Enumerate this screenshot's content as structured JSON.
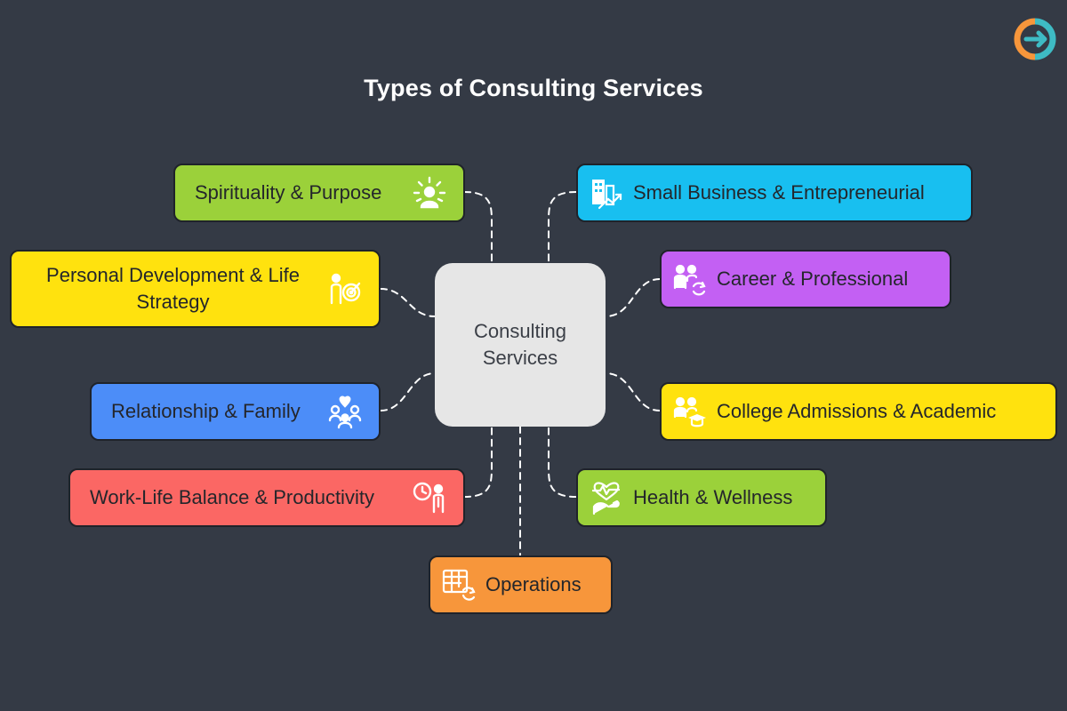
{
  "title": "Types of Consulting Services",
  "hub": {
    "label": "Consulting Services"
  },
  "nodes": [
    {
      "label": "Spirituality & Purpose",
      "color": "#9bd13a",
      "icon": "sun-person-icon"
    },
    {
      "label": "Personal Development & Life Strategy",
      "color": "#ffe20e",
      "icon": "person-target-icon"
    },
    {
      "label": "Relationship & Family",
      "color": "#4c8df8",
      "icon": "family-heart-icon"
    },
    {
      "label": "Work-Life Balance & Productivity",
      "color": "#fb6764",
      "icon": "clock-person-icon"
    },
    {
      "label": "Operations",
      "color": "#f7963b",
      "icon": "spreadsheet-cycle-icon"
    },
    {
      "label": "Small Business & Entrepreneurial",
      "color": "#18bff0",
      "icon": "building-growth-icon"
    },
    {
      "label": "Career & Professional",
      "color": "#c360f3",
      "icon": "people-cycle-icon"
    },
    {
      "label": "College Admissions & Academic",
      "color": "#ffe20e",
      "icon": "graduates-icon"
    },
    {
      "label": "Health & Wellness",
      "color": "#9bd13a",
      "icon": "heartbeat-arm-icon"
    }
  ],
  "colors": {
    "background": "#343a45",
    "hub": "#e6e6e6",
    "connector": "#ffffff",
    "logo_orange": "#f7963b",
    "logo_teal": "#3ebbc4"
  },
  "logo": {
    "icon": "brand-logo-icon"
  }
}
